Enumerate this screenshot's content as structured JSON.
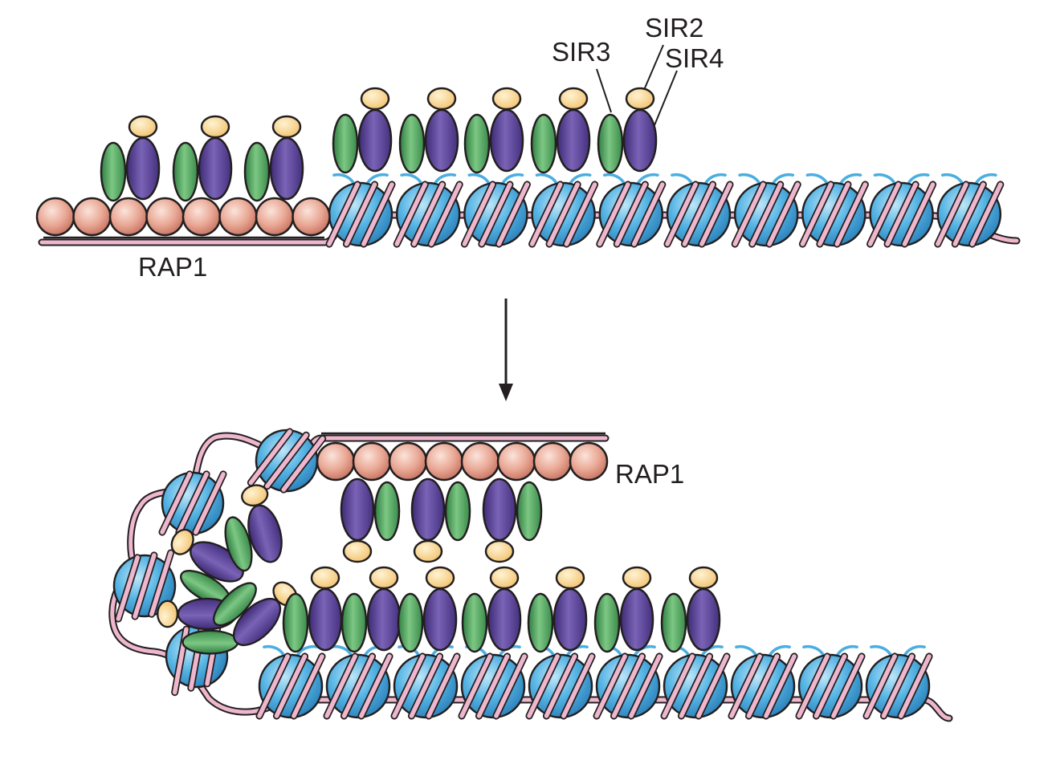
{
  "labels": {
    "sir2": "SIR2",
    "sir3": "SIR3",
    "sir4": "SIR4",
    "rap1_top": "RAP1",
    "rap1_bottom": "RAP1"
  },
  "colors": {
    "sir2": "#f7cf83",
    "sir3": "#4a9a58",
    "sir4": "#5a3f95",
    "rap1": "#e39c8a",
    "nucleosome": "#4aaee0",
    "dna": "#eeb7cd",
    "tail": "#4aaee0",
    "outline": "#231f20"
  },
  "top_panel": {
    "rap1_count": 8,
    "nucleosome_count": 10,
    "sir_on_rap1": 3,
    "sir_on_nucleosomes": 5
  },
  "bottom_panel": {
    "rap1_count": 8,
    "nucleosome_row_count": 10,
    "loop_nucleosome_count": 4,
    "sir_row_count": 7,
    "sir_hanging_count": 3
  }
}
